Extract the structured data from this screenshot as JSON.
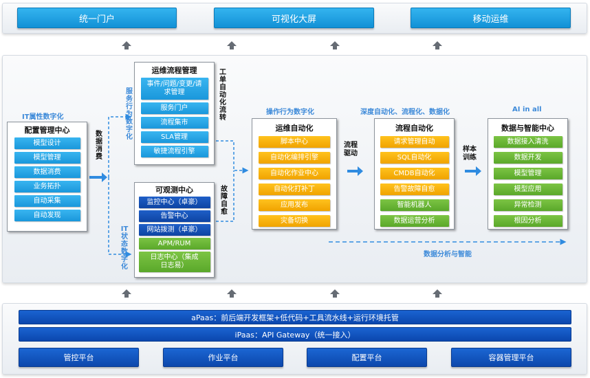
{
  "top_buttons": [
    "统一门户",
    "可视化大屏",
    "移动运维"
  ],
  "section_labels": {
    "it_attr": "IT属性数字化",
    "op_behavior": "操作行为数字化",
    "deep_auto": "深度自动化、流程化、数据化",
    "ai": "AI in all",
    "data_analysis": "数据分析与智能"
  },
  "vertical_labels": {
    "service_behavior": "服务行为数字化",
    "it_state": "IT状态数字化",
    "data_consume": "数据消费",
    "ticket_auto": "工单自动化流转",
    "fault_self": "故障自愈",
    "flow_drive": "流程驱动",
    "sample_train": "样本训练"
  },
  "cmdb": {
    "title": "配置管理中心",
    "items": [
      "模型设计",
      "模型管理",
      "数据消费",
      "业务拓扑",
      "自动采集",
      "自动发现"
    ]
  },
  "ops_process": {
    "title": "运维流程管理",
    "items": [
      "事件/问题/变更/请求管理",
      "服务门户",
      "流程集市",
      "SLA管理",
      "敏捷流程引擎"
    ]
  },
  "observability": {
    "title": "可观测中心",
    "items": [
      "监控中心（卓豪）",
      "告警中心",
      "网站拨测（卓豪）",
      "APM/RUM",
      "日志中心（集成日志易）"
    ]
  },
  "ops_auto": {
    "title": "运维自动化",
    "items": [
      "脚本中心",
      "自动化编排引擎",
      "自动化作业中心",
      "自动化打补丁",
      "应用发布",
      "灾备切换"
    ]
  },
  "process_auto": {
    "title": "流程自动化",
    "items": [
      "请求管理自动",
      "SQL自动化",
      "CMDB自动化",
      "告警故障自愈",
      "智能机器人",
      "数据运营分析"
    ]
  },
  "data_ai": {
    "title": "数据与智能中心",
    "items": [
      "数据接入清洗",
      "数据开发",
      "模型管理",
      "模型应用",
      "异常检测",
      "根因分析"
    ]
  },
  "bottom_bars": [
    "aPaas：前后端开发框架+低代码+工具流水线+运行环境托管",
    "iPaas：API Gateway（统一接入）"
  ],
  "platforms": [
    "管控平台",
    "作业平台",
    "配置平台",
    "容器管理平台"
  ],
  "colors": {
    "light_blue": "#1a97db",
    "dark_blue": "#0e44a3",
    "orange": "#f0a300",
    "green": "#5aa82a",
    "section_text": "#3d8ad9"
  }
}
